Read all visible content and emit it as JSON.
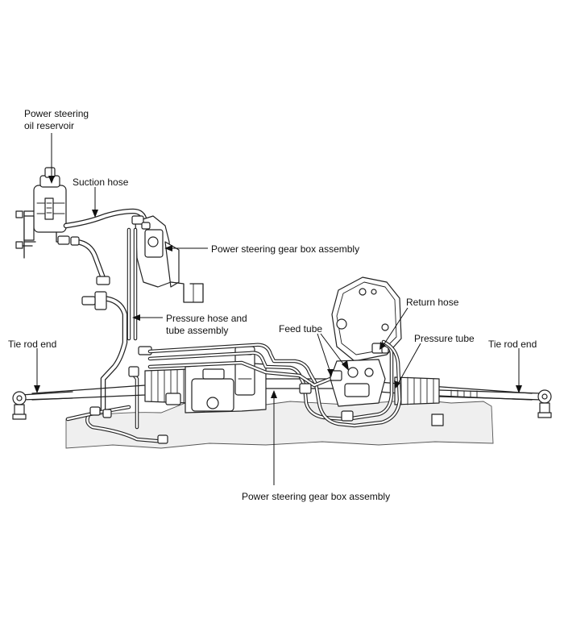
{
  "labels": {
    "reservoir_line1": "Power steering",
    "reservoir_line2": "oil reservoir",
    "suction_hose": "Suction hose",
    "gearbox_upper": "Power steering gear box assembly",
    "pressure_hose_line1": "Pressure hose and",
    "pressure_hose_line2": "tube assembly",
    "return_hose": "Return hose",
    "feed_tube": "Feed tube",
    "pressure_tube": "Pressure tube",
    "tie_rod_left": "Tie rod end",
    "tie_rod_right": "Tie rod end",
    "gearbox_lower": "Power steering gear box assembly"
  }
}
